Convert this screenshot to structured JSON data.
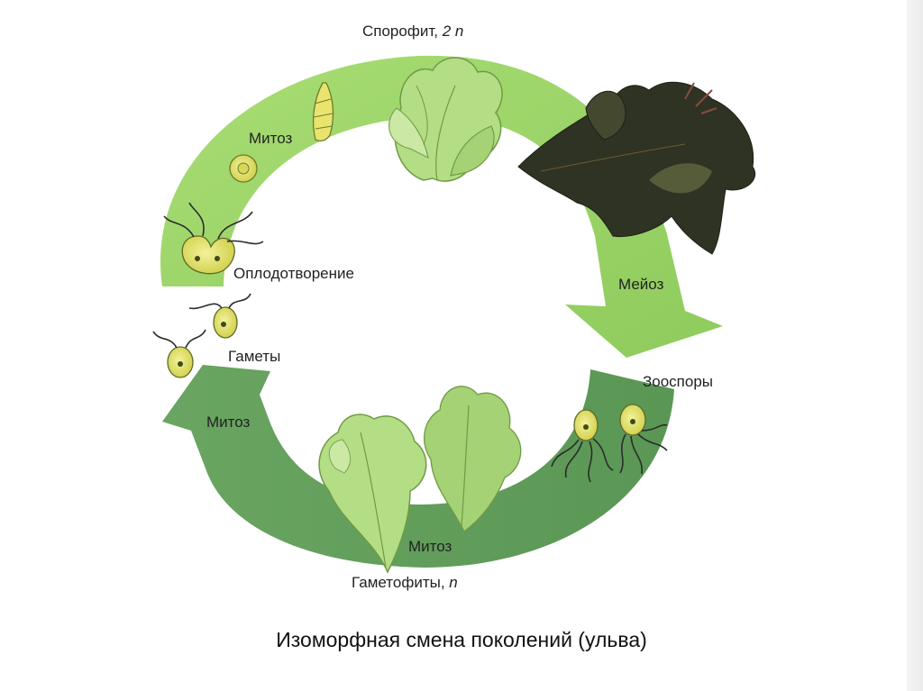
{
  "labels": {
    "sporophyte": "Спорофит, ",
    "sporophyte_ploidy": "2 n",
    "mitosis_top": "Митоз",
    "fertilization": "Оплодотворение",
    "meiosis": "Мейоз",
    "gametes": "Гаметы",
    "zoospores": "Зооспоры",
    "mitosis_left": "Митоз",
    "mitosis_bottom": "Митоз",
    "gametophytes": "Гаметофиты, ",
    "gametophytes_ploidy": "n"
  },
  "caption": "Изоморфная смена поколений (ульва)",
  "colors": {
    "upper_arrow": "#9ed66a",
    "lower_arrow": "#5f9a58",
    "light_leaf": "#b4de86",
    "dark_thallus": "#2f3324",
    "cell_yellow": "#e8e46e"
  }
}
